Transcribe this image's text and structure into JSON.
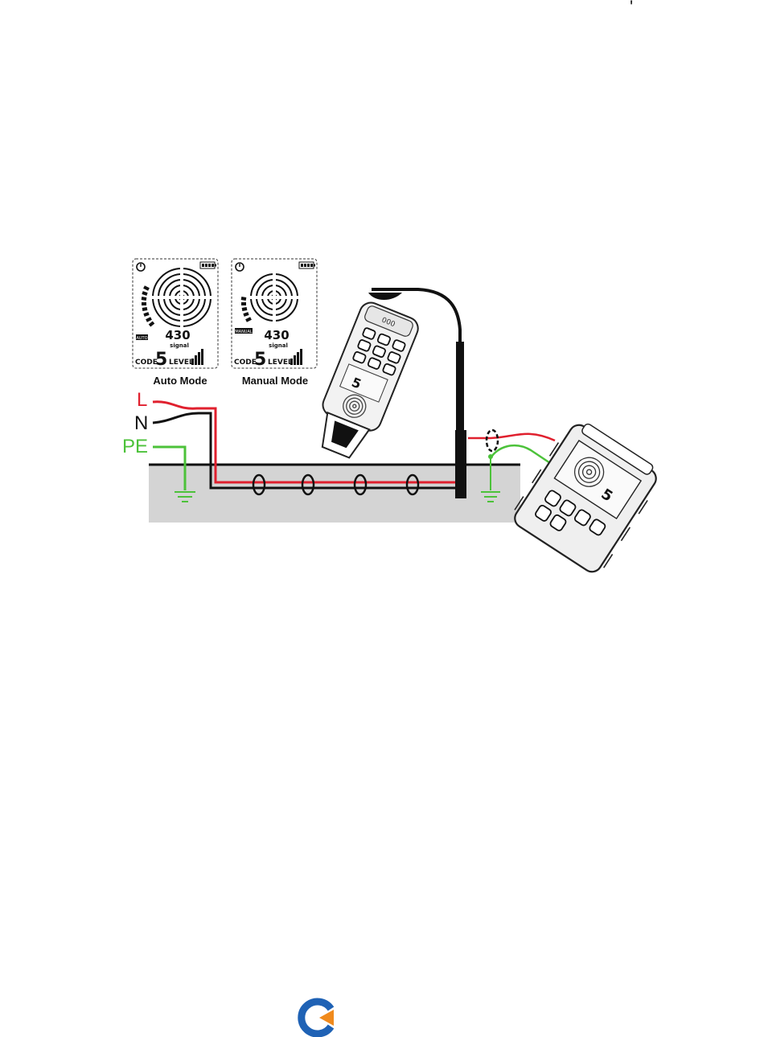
{
  "top_mark": "'",
  "displays": [
    {
      "mode_badge": "AUTO",
      "reading": "430",
      "reading_label": "signal",
      "code_label": "CODE",
      "code_value": "5",
      "level_label": "LEVEL",
      "caption": "Auto Mode"
    },
    {
      "mode_badge": "MANUAL",
      "reading": "430",
      "reading_label": "signal",
      "code_label": "CODE",
      "code_value": "5",
      "level_label": "LEVEL",
      "caption": "Manual Mode"
    }
  ],
  "wires": {
    "live_label": "L",
    "neutral_label": "N",
    "earth_label": "PE"
  },
  "receiver": {
    "code_value": "5",
    "window_text": "000"
  },
  "transmitter": {
    "code_value": "5"
  },
  "colors": {
    "live": "#e0202e",
    "neutral": "#111111",
    "earth": "#4cc23a",
    "ground": "#d4d4d4",
    "logo_blue": "#1f62b5",
    "logo_orange": "#f08a1c"
  }
}
